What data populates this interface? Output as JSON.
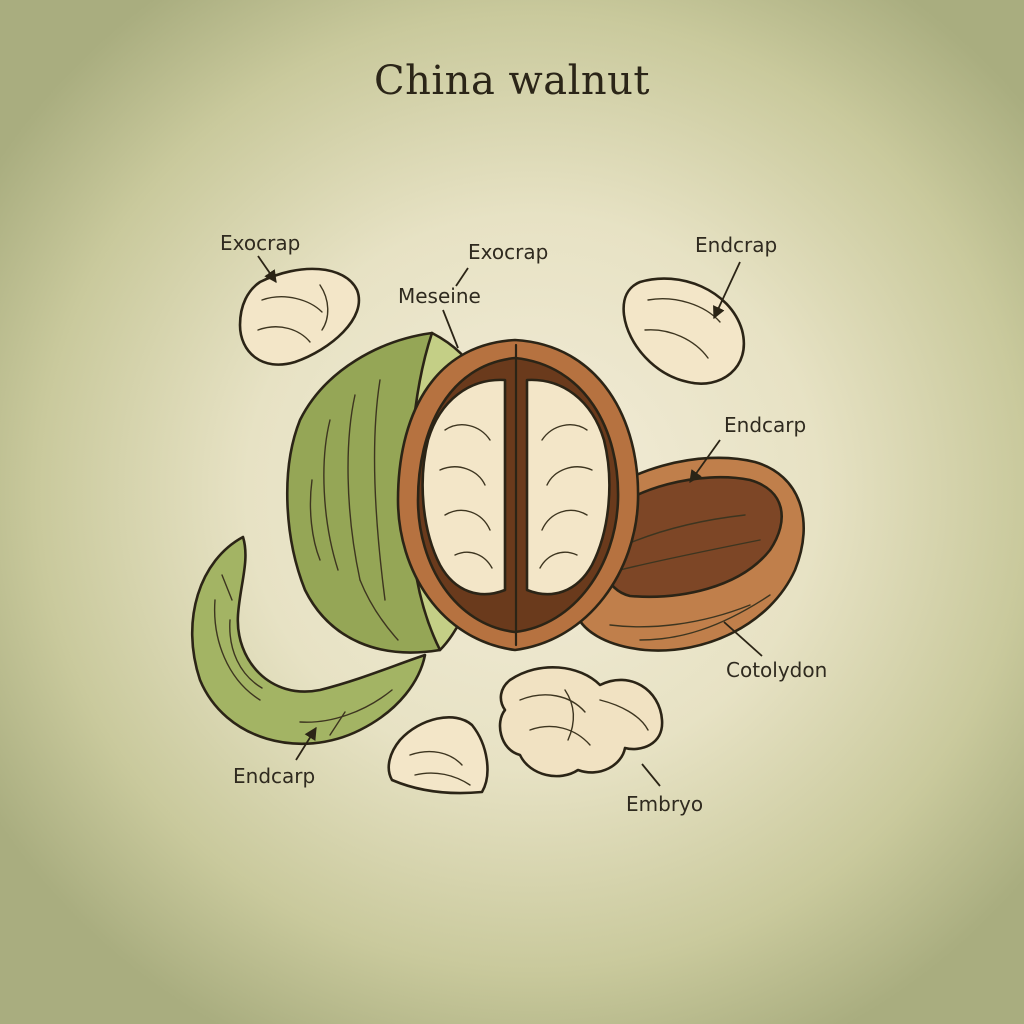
{
  "title": "China walnut",
  "labels": {
    "exocrap_left": "Exocrap",
    "exocrap_top": "Exocrap",
    "meseine": "Meseine",
    "endcrap_right": "Endcrap",
    "endcarp_right": "Endcarp",
    "cotolydon": "Cotolydon",
    "endcarp_bottom": "Endcarp",
    "embryo": "Embryo"
  },
  "colors": {
    "husk_green": "#9bab5a",
    "shell_brown": "#b8743f",
    "kernel_cream": "#f3e6c8",
    "inner_dark": "#6e3d1f"
  }
}
